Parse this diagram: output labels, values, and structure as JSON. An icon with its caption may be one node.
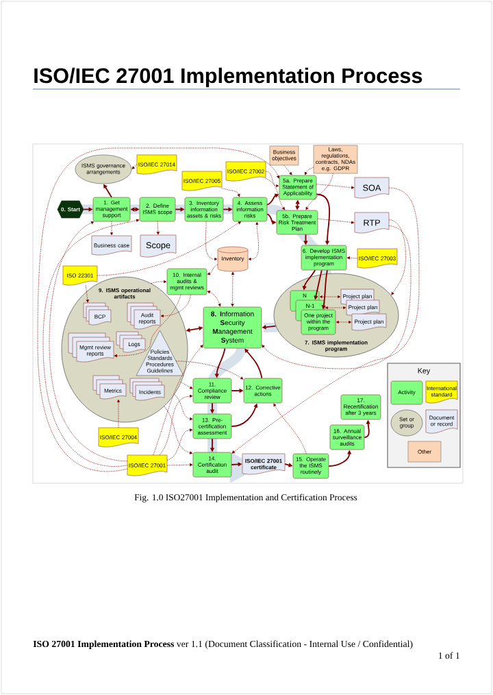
{
  "diagram": {
    "title": "ISO/IEC 27001 Implementation Process",
    "caption": "Fig. 1.0 ISO27001 Implementation and Certification Process",
    "nodes": [
      {
        "text": [
          "0. Start"
        ]
      },
      {
        "text": [
          "ISMS governance arrangements"
        ]
      },
      {
        "text": [
          "ISO/IEC 27014"
        ]
      },
      {
        "text": [
          "1. Get management support"
        ]
      },
      {
        "text": [
          "2. Define ISMS scope"
        ]
      },
      {
        "text": [
          "ISO/IEC 27005"
        ]
      },
      {
        "text": [
          "ISO/IEC 27002"
        ]
      },
      {
        "text": [
          "3. Inventory information assets & risks"
        ]
      },
      {
        "text": [
          "4. Assess information risks"
        ]
      },
      {
        "text": [
          "Business case"
        ]
      },
      {
        "text": [
          "Scope"
        ]
      },
      {
        "text": [
          "Business objectives"
        ]
      },
      {
        "text": [
          "Laws, regulations, contracts, NDAs e.g. GDPR"
        ]
      },
      {
        "text": [
          "5a. Prepare Statement of Applicability"
        ]
      },
      {
        "text": [
          "SOA"
        ]
      },
      {
        "text": [
          "5b. Prepare Risk Treatment Plan"
        ]
      },
      {
        "text": [
          "RTP"
        ]
      },
      {
        "text": [
          "Inventory"
        ]
      },
      {
        "text": [
          "ISO 22301"
        ]
      },
      {
        "text": [
          "10. Internal audits & mgmt reviews"
        ]
      },
      {
        "text": [
          "6. Develop ISMS implementation program"
        ]
      },
      {
        "text": [
          "ISO/IEC 27003"
        ]
      },
      {
        "text": [
          "9. ISMS operational artifacts"
        ]
      },
      {
        "text": [
          "BCP"
        ],
        "in": 22
      },
      {
        "text": [
          "Audit reports"
        ],
        "in": 22
      },
      {
        "text": [
          "Mgmt review reports"
        ],
        "in": 22
      },
      {
        "text": [
          "Logs"
        ],
        "in": 22
      },
      {
        "text": [
          "Policies Standards Procedures Guidelines"
        ],
        "in": 22
      },
      {
        "text": [
          "Metrics"
        ],
        "in": 22
      },
      {
        "text": [
          "Incidents"
        ],
        "in": 22
      },
      {
        "text": [
          "**8. I**nformation **S**ecurity **M**anagement **S**ystem"
        ]
      },
      {
        "text": [
          "7. ISMS implementation program"
        ]
      },
      {
        "text": [
          "N"
        ],
        "in": 31
      },
      {
        "text": [
          "N-1"
        ],
        "in": 31
      },
      {
        "text": [
          "One project within the program"
        ],
        "in": 31
      },
      {
        "text": [
          "Project plan"
        ],
        "in": 31
      },
      {
        "text": [
          "Project plan"
        ],
        "in": 31
      },
      {
        "text": [
          "Project plan"
        ],
        "in": 31
      },
      {
        "text": [
          "11. Compliance review"
        ]
      },
      {
        "text": [
          "12. Corrective actions"
        ]
      },
      {
        "text": [
          "13. Pre-certification assessment"
        ]
      },
      {
        "text": [
          "ISO/IEC 27004"
        ]
      },
      {
        "text": [
          "ISO/IEC 27001"
        ]
      },
      {
        "text": [
          "14. Certification audit"
        ]
      },
      {
        "text": [
          "ISO/IEC 27001 certificate"
        ]
      },
      {
        "text": [
          "15. Operate the ISMS routinely"
        ]
      },
      {
        "text": [
          "16. Annual surveillance audits"
        ]
      },
      {
        "text": [
          "17. Recertification after 3 years"
        ]
      }
    ],
    "edges": [
      {
        "from": 0,
        "to": 3,
        "arrow": "to"
      },
      {
        "from": 3,
        "to": 4,
        "arrow": "both"
      },
      {
        "from": 4,
        "to": 7,
        "arrow": "to"
      },
      {
        "from": 7,
        "to": 8,
        "arrow": "to"
      },
      {
        "from": 3,
        "to": 1,
        "arrow": "to"
      },
      {
        "from": 2,
        "to": 1,
        "arrow": "to",
        "style": "dashed"
      },
      {
        "from": 3,
        "to": 9,
        "arrow": "to",
        "style": "dashed"
      },
      {
        "from": 4,
        "to": 10,
        "arrow": "to",
        "style": "dashed"
      },
      {
        "from": 5,
        "to": 8,
        "arrow": "to",
        "style": "dashed"
      },
      {
        "from": 6,
        "to": 13,
        "arrow": "to",
        "style": "dashed"
      },
      {
        "from": 6,
        "to": 15,
        "arrow": "to",
        "style": "dashed"
      },
      {
        "from": 11,
        "to": 13,
        "arrow": "to",
        "style": "dashed"
      },
      {
        "from": 12,
        "to": 13,
        "arrow": "to",
        "style": "dashed"
      },
      {
        "from": 12,
        "to": 15,
        "arrow": "to",
        "style": "dashed"
      },
      {
        "from": 8,
        "to": 13,
        "arrow": "to"
      },
      {
        "from": 8,
        "to": 15,
        "arrow": "to"
      },
      {
        "from": 13,
        "to": 15,
        "arrow": "both"
      },
      {
        "from": 13,
        "to": 14,
        "arrow": "to",
        "style": "dashed"
      },
      {
        "from": 15,
        "to": 16,
        "arrow": "to",
        "style": "dashed"
      },
      {
        "from": 13,
        "to": 20,
        "arrow": "to"
      },
      {
        "from": 15,
        "to": 20,
        "arrow": "to"
      },
      {
        "from": 7,
        "to": 17,
        "arrow": "to",
        "style": "dashed"
      },
      {
        "from": 8,
        "to": 17,
        "arrow": "both",
        "style": "dashed"
      },
      {
        "from": 17,
        "to": 19,
        "arrow": "to",
        "style": "dashed"
      },
      {
        "from": 17,
        "to": 30,
        "arrow": "both",
        "style": "dashed"
      },
      {
        "from": 19,
        "to": 30,
        "arrow": "both",
        "style": "dashed"
      },
      {
        "from": 18,
        "to": 8,
        "arrow": "to",
        "style": "dashed"
      },
      {
        "from": 18,
        "to": 23,
        "arrow": "to",
        "style": "dashed"
      },
      {
        "from": 19,
        "to": 24,
        "arrow": "to",
        "style": "dashed"
      },
      {
        "from": 19,
        "to": 25,
        "arrow": "to",
        "style": "dashed"
      },
      {
        "from": 22,
        "to": 19,
        "arrow": "to",
        "style": "dashed"
      },
      {
        "from": 21,
        "to": 20,
        "arrow": "to",
        "style": "dashed"
      },
      {
        "from": 20,
        "to": 32,
        "arrow": "to"
      },
      {
        "from": 20,
        "to": 33,
        "arrow": "to"
      },
      {
        "from": 20,
        "to": 34,
        "arrow": "to"
      },
      {
        "from": 35,
        "to": 32,
        "arrow": "both",
        "style": "dashed"
      },
      {
        "from": 36,
        "to": 33,
        "arrow": "both",
        "style": "dashed"
      },
      {
        "from": 37,
        "to": 34,
        "arrow": "both",
        "style": "dashed"
      },
      {
        "from": 31,
        "to": 30,
        "arrow": "to"
      },
      {
        "from": 16,
        "to": 31,
        "arrow": "to",
        "style": "dashed"
      },
      {
        "from": 22,
        "to": 30,
        "arrow": "both"
      },
      {
        "from": 30,
        "to": 38,
        "arrow": "to"
      },
      {
        "from": 39,
        "to": 30,
        "arrow": "to"
      },
      {
        "from": 38,
        "to": 39,
        "arrow": "to"
      },
      {
        "from": 38,
        "to": 40,
        "arrow": "to"
      },
      {
        "from": 40,
        "to": 39,
        "arrow": "to"
      },
      {
        "from": 40,
        "to": 43,
        "arrow": "to"
      },
      {
        "from": 43,
        "to": 44,
        "arrow": "to"
      },
      {
        "from": 44,
        "to": 45,
        "arrow": "to"
      },
      {
        "from": 45,
        "to": 46,
        "arrow": "to"
      },
      {
        "from": 46,
        "to": 47,
        "arrow": "to"
      },
      {
        "from": 41,
        "to": 28,
        "arrow": "to",
        "style": "dashed"
      },
      {
        "from": 42,
        "to": 43,
        "arrow": "to",
        "style": "dashed"
      },
      {
        "from": 42,
        "to": 40,
        "arrow": "to",
        "style": "dashed"
      },
      {
        "from": 42,
        "to": 38,
        "arrow": "to",
        "style": "dashed"
      },
      {
        "from": 42,
        "to": 30,
        "arrow": "to",
        "style": "dashed"
      },
      {
        "from": 42,
        "to": 13,
        "arrow": "to",
        "style": "dashed"
      },
      {
        "from": 42,
        "to": 3,
        "arrow": "to",
        "style": "dashed"
      },
      {
        "from": 42,
        "to": 4,
        "arrow": "to",
        "style": "dashed"
      },
      {
        "from": 22,
        "to": 38,
        "arrow": "to",
        "style": "dashed"
      },
      {
        "from": 22,
        "to": 40,
        "arrow": "to",
        "style": "dashed"
      },
      {
        "from": 22,
        "to": 43,
        "arrow": "to",
        "style": "dashed"
      },
      {
        "from": 27,
        "to": 39,
        "arrow": "to",
        "style": "dashed"
      },
      {
        "from": 16,
        "to": 30,
        "arrow": "to",
        "style": "dashed"
      },
      {
        "from": 14,
        "to": 43,
        "arrow": "to",
        "style": "dashed"
      },
      {
        "from": 45,
        "to": 39,
        "arrow": "to",
        "style": "dashed"
      }
    ],
    "labels": [
      "Key",
      "**ISO 27001 Implementation Process** ver 1.1 (Document Classification - Internal Use / Confidential)",
      "1 of 1"
    ],
    "legend": [
      {
        "text": "Activity",
        "color": "#80ff80"
      },
      {
        "text": "International standard",
        "color": "#ffff00"
      },
      {
        "text": "Set or group",
        "color": "#d9d9c4"
      },
      {
        "text": "Document or record",
        "color": "#e4eaf6"
      },
      {
        "text": "Other",
        "color": "#fbd5b5"
      }
    ]
  }
}
